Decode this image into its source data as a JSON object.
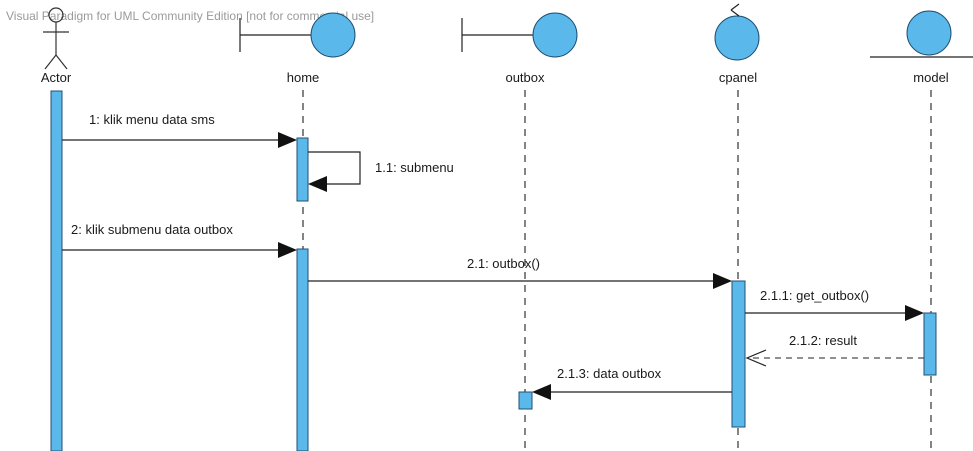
{
  "watermark": "Visual Paradigm for UML Community Edition [not for commercial use]",
  "participants": {
    "actor": "Actor",
    "home": "home",
    "outbox": "outbox",
    "cpanel": "cpanel",
    "model": "model"
  },
  "messages": {
    "m1": "1: klik menu data sms",
    "m11": "1.1: submenu",
    "m2": "2: klik submenu data outbox",
    "m21": "2.1: outbox()",
    "m211": "2.1.1: get_outbox()",
    "m212": "2.1.2: result",
    "m213": "2.1.3: data outbox"
  }
}
